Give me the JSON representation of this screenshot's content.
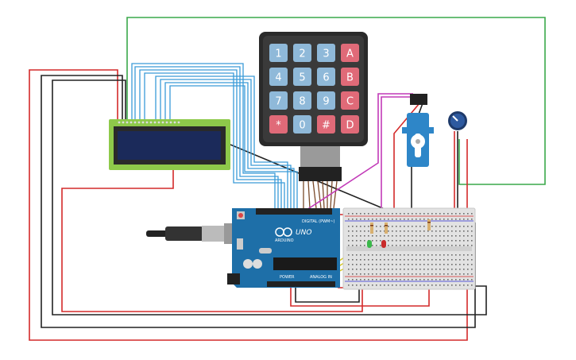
{
  "keypad": {
    "keys": [
      {
        "label": "1",
        "kind": "num"
      },
      {
        "label": "2",
        "kind": "num"
      },
      {
        "label": "3",
        "kind": "num"
      },
      {
        "label": "A",
        "kind": "letter"
      },
      {
        "label": "4",
        "kind": "num"
      },
      {
        "label": "5",
        "kind": "num"
      },
      {
        "label": "6",
        "kind": "num"
      },
      {
        "label": "B",
        "kind": "letter"
      },
      {
        "label": "7",
        "kind": "num"
      },
      {
        "label": "8",
        "kind": "num"
      },
      {
        "label": "9",
        "kind": "num"
      },
      {
        "label": "C",
        "kind": "letter"
      },
      {
        "label": "*",
        "kind": "letter"
      },
      {
        "label": "0",
        "kind": "num"
      },
      {
        "label": "#",
        "kind": "letter"
      },
      {
        "label": "D",
        "kind": "letter"
      }
    ],
    "colors": {
      "num": "#8fb9d9",
      "letter": "#e06a78",
      "body": "#2a2a2a"
    }
  },
  "arduino": {
    "logo_text": "UNO",
    "brand_text": "ARDUINO",
    "digital_text": "DIGITAL (PWM~)",
    "power_text": "POWER",
    "analog_text": "ANALOG IN",
    "board_color": "#1e6fa8"
  },
  "lcd": {
    "frame_color": "#8ec94a",
    "screen_color": "#1b2a5a"
  },
  "wire_colors": {
    "red": "#d42a2a",
    "black": "#222222",
    "blue": "#3a9bd8",
    "green": "#3aa84a",
    "magenta": "#c23ab8",
    "yellow": "#d8c820",
    "brown": "#7a4a2a"
  }
}
